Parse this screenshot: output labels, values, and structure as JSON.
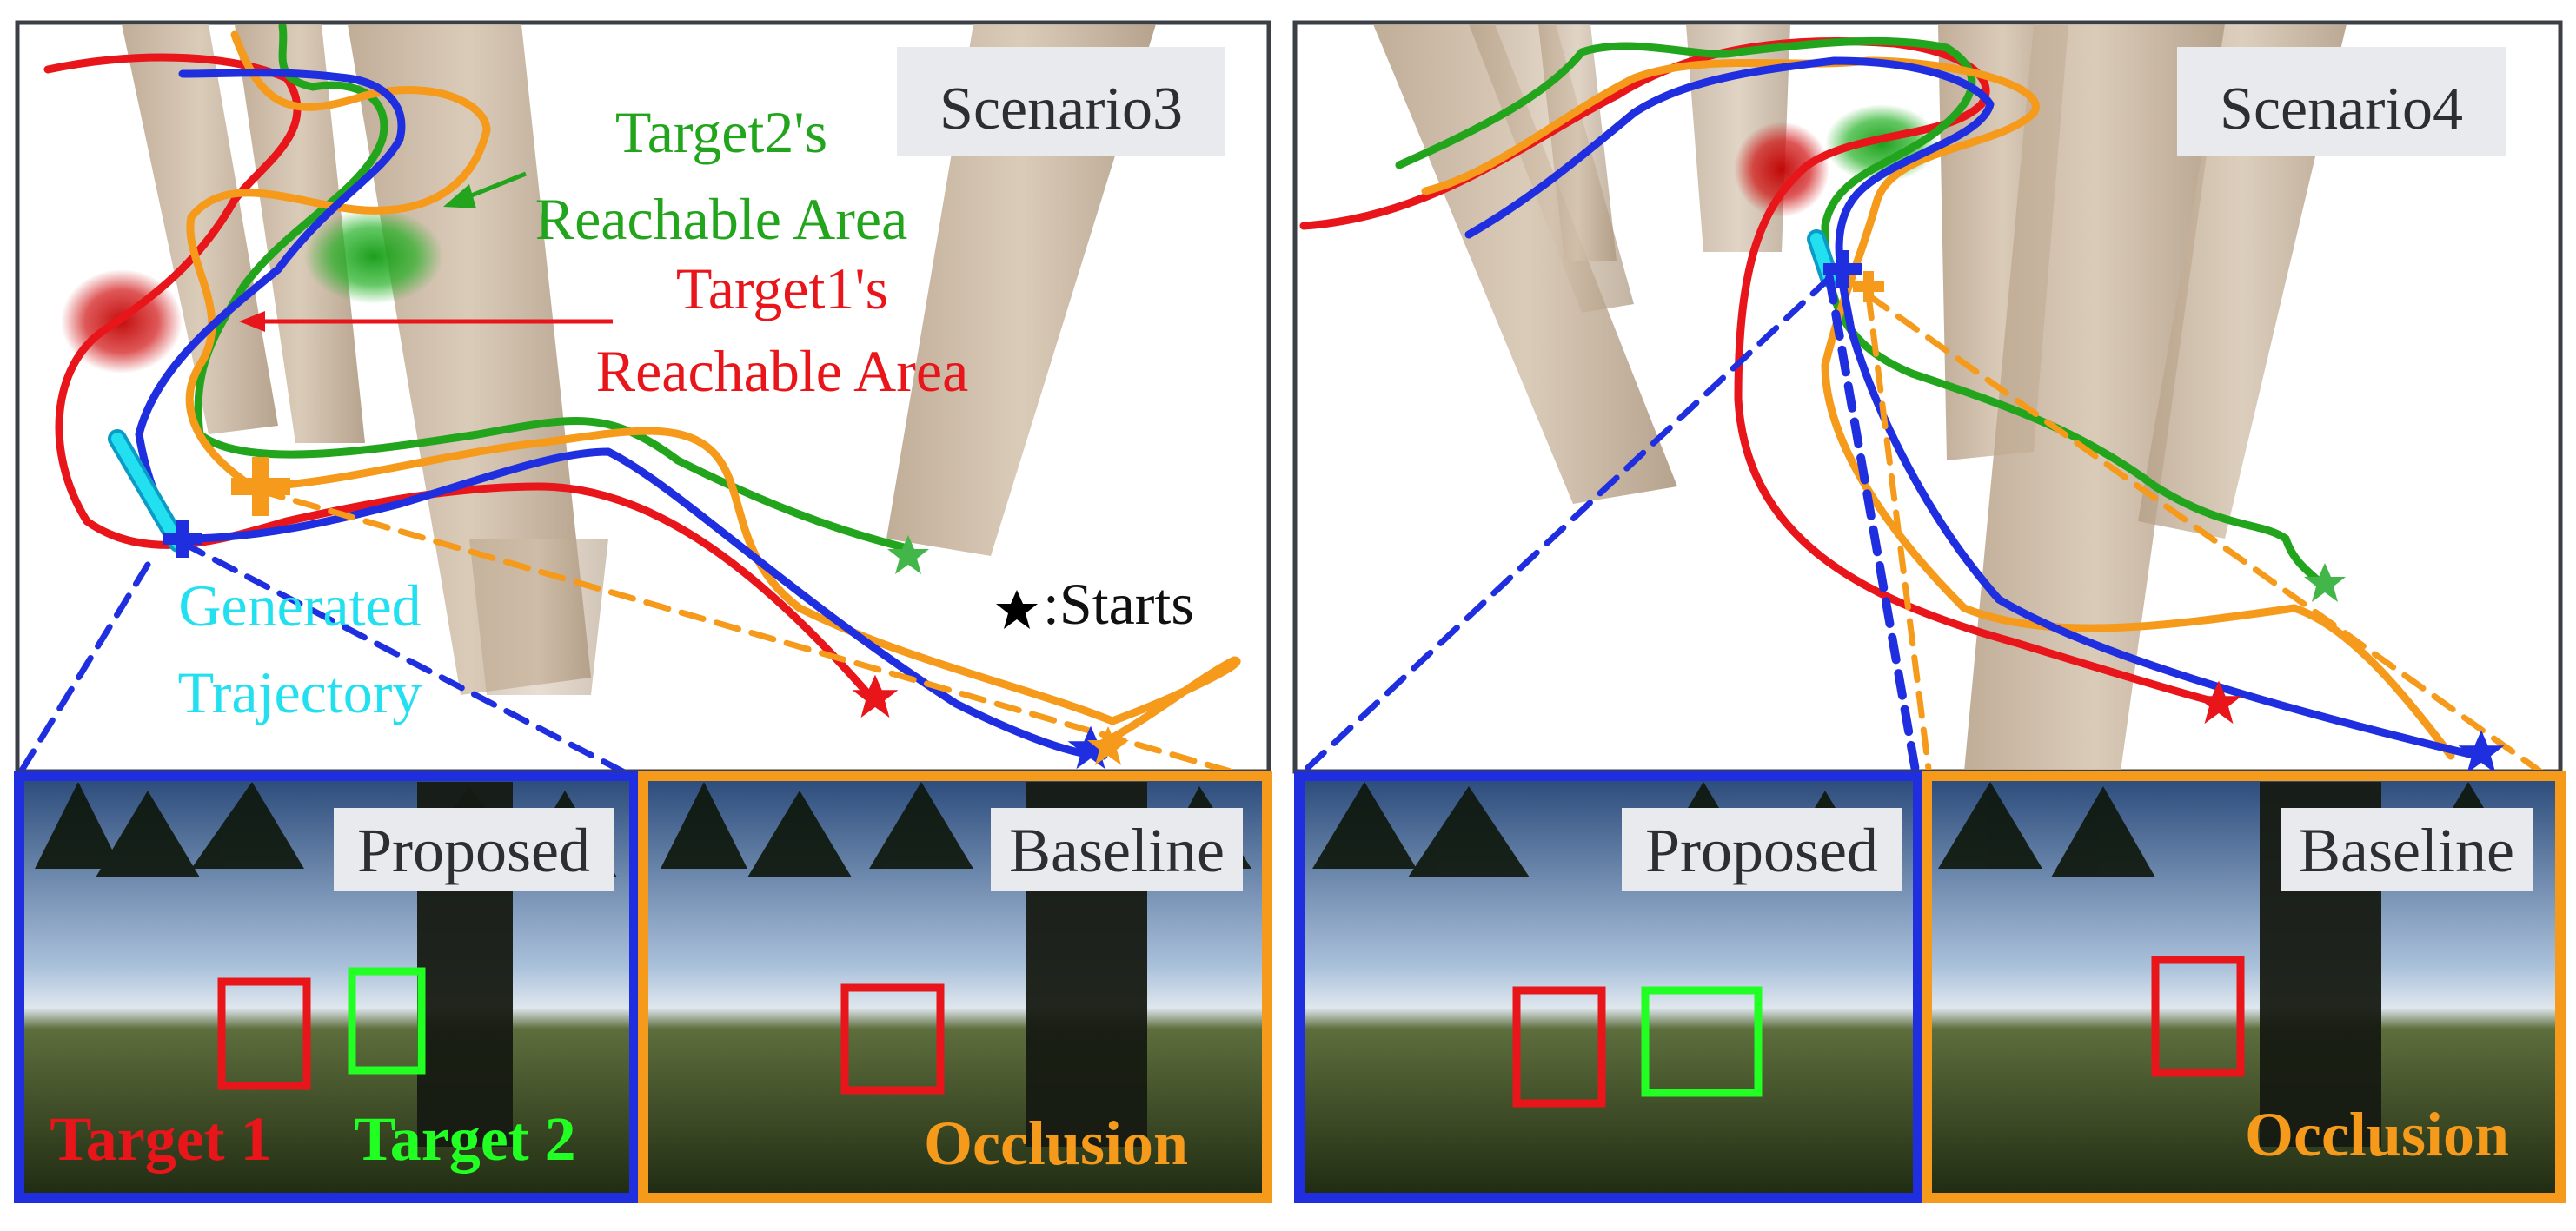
{
  "colors": {
    "target1": "#e8161a",
    "target2": "#22a51c",
    "proposed": "#1f2fe0",
    "baseline": "#f59a1a",
    "generated": "#22e0f0",
    "frame": "#3b3f46",
    "label_bg": "#e9eaee",
    "tree": "#c9b49c"
  },
  "panels": [
    {
      "scenario_label": "Scenario3",
      "annotations": {
        "target2_area_line1": "Target2's",
        "target2_area_line2": "Reachable Area",
        "target1_area_line1": "Target1's",
        "target1_area_line2": "Reachable Area",
        "generated_line1": "Generated",
        "generated_line2": "Trajectory",
        "starts_legend": ":Starts",
        "starts_icon": "star-icon"
      },
      "views": [
        {
          "label": "Proposed",
          "captions": [
            "Target 1",
            "Target 2"
          ]
        },
        {
          "label": "Baseline",
          "captions": [
            "Occlusion"
          ]
        }
      ]
    },
    {
      "scenario_label": "Scenario4",
      "views": [
        {
          "label": "Proposed",
          "captions": []
        },
        {
          "label": "Baseline",
          "captions": [
            "Occlusion"
          ]
        }
      ]
    }
  ]
}
